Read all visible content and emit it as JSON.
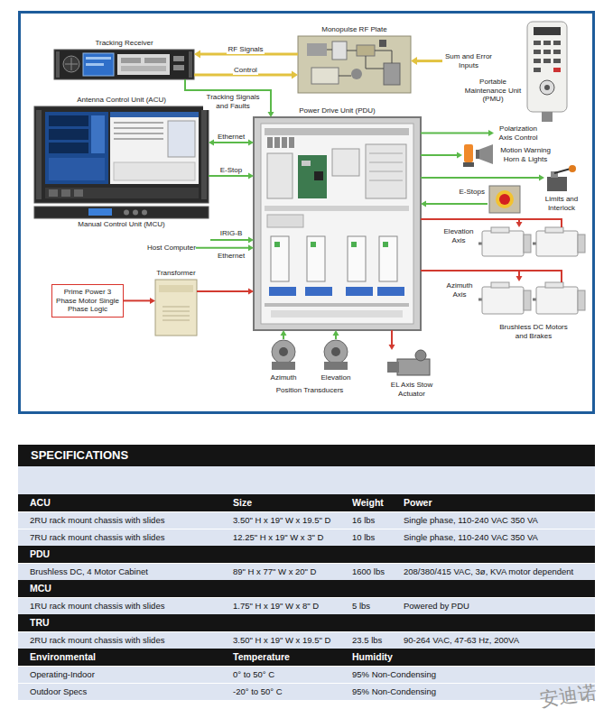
{
  "diagram": {
    "nodes": [
      {
        "text": [
          "Tracking Receiver"
        ]
      },
      {
        "text": [
          "Monopulse RF Plate"
        ]
      },
      {
        "text": [
          "Sum and Error Inputs"
        ]
      },
      {
        "text": [
          "Portable Maintenance Unit (PMU)"
        ]
      },
      {
        "text": [
          "Antenna Control Unit (ACU)"
        ]
      },
      {
        "text": [
          "Manual Control Unit (MCU)"
        ]
      },
      {
        "text": [
          "Power Drive Unit (PDU)"
        ]
      },
      {
        "text": [
          "Host Computer"
        ]
      },
      {
        "text": [
          "Transformer"
        ]
      },
      {
        "text": [
          "Prime Power 3 Phase Motor Single Phase Logic"
        ]
      },
      {
        "text": [
          "Polarization Axis Control"
        ]
      },
      {
        "text": [
          "Motion Warning Horn & Lights"
        ]
      },
      {
        "text": [
          "Limits and Interlock"
        ]
      },
      {
        "text": [
          "E-Stops"
        ]
      },
      {
        "text": [
          "Elevation Axis"
        ]
      },
      {
        "text": [
          "Azimuth Axis"
        ]
      },
      {
        "text": [
          "Azimuth"
        ]
      },
      {
        "text": [
          "Elevation"
        ]
      },
      {
        "text": [
          "EL Axis Stow Actuator"
        ]
      }
    ],
    "edges": [
      {
        "from": 1,
        "to": 0,
        "label": "RF Signals",
        "arrow": "to"
      },
      {
        "from": 0,
        "to": 1,
        "label": "Control",
        "arrow": "to"
      },
      {
        "from": 2,
        "to": 1,
        "arrow": "to"
      },
      {
        "from": 0,
        "to": 6,
        "label": "Tracking Signals and Faults",
        "arrow": "to"
      },
      {
        "from": 4,
        "to": 6,
        "label": "Ethernet",
        "arrow": "both"
      },
      {
        "from": 4,
        "to": 6,
        "label": "E-Stop",
        "arrow": "to"
      },
      {
        "from": 7,
        "to": 6,
        "label": "Ethernet",
        "arrow": "to"
      },
      {
        "from": 9,
        "to": 8,
        "arrow": "to"
      },
      {
        "from": 8,
        "to": 6,
        "arrow": "to"
      },
      {
        "from": 6,
        "to": 10,
        "arrow": "to"
      },
      {
        "from": 6,
        "to": 11,
        "arrow": "to"
      },
      {
        "from": 6,
        "to": 12,
        "arrow": "to"
      },
      {
        "from": 13,
        "to": 6,
        "arrow": "to"
      },
      {
        "from": 6,
        "to": 14,
        "arrow": "to"
      },
      {
        "from": 6,
        "to": 15,
        "arrow": "to"
      },
      {
        "from": 16,
        "to": 6,
        "arrow": "to"
      },
      {
        "from": 17,
        "to": 6,
        "arrow": "to"
      },
      {
        "from": 6,
        "to": 18,
        "arrow": "to"
      }
    ],
    "labels": [
      "IRIG-B",
      "Brushless DC Motors and Brakes",
      "Position Transducers",
      "SPECIFICATIONS",
      "ACU",
      "Size",
      "Weight",
      "Power",
      "2RU rack mount chassis with slides",
      "3.50\" H x 19\" W x 19.5\" D",
      "16 lbs",
      "Single phase, 110-240 VAC 350 VA",
      "7RU rack mount chassis with slides",
      "12.25\" H x 19\" W x 3\" D",
      "10 lbs",
      "Single phase, 110-240 VAC 350 VA",
      "PDU",
      "Brushless DC, 4 Motor Cabinet",
      "89\" H x 77\" W x 20\" D",
      "1600 lbs",
      "208/380/415 VAC, 3ø, KVA motor dependent",
      "MCU",
      "1RU rack mount chassis with slides",
      "1.75\" H x 19\" W x 8\" D",
      "5 lbs",
      "Powered by PDU",
      "TRU",
      "2RU rack mount chassis with slides",
      "3.50\" H x 19\" W x 19.5\" D",
      "23.5 lbs",
      "90-264 VAC, 47-63 Hz, 200VA",
      "Environmental",
      "Temperature",
      "Humidity",
      "Operating-Indoor",
      "0° to 50° C",
      "95% Non-Condensing",
      "Outdoor Specs",
      "-20° to 50° C",
      "95% Non-Condensing",
      "安迪诺"
    ]
  }
}
